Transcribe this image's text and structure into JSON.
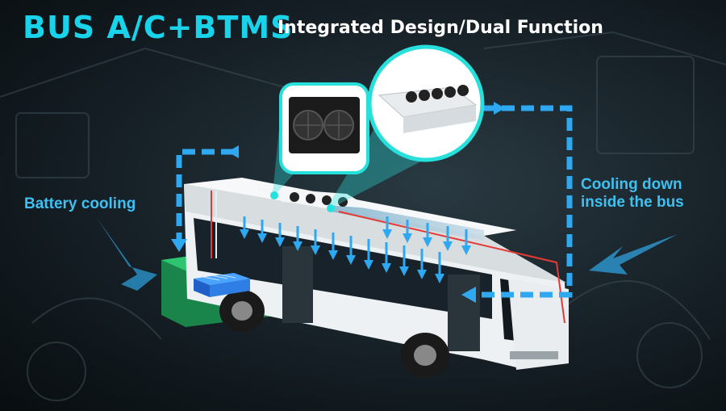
{
  "header": {
    "title": "BUS A/C+BTMS",
    "subtitle": "Integrated Design/Dual Function"
  },
  "labels": {
    "battery_cooling": "Battery cooling",
    "cooling_down_line1": "Cooling down",
    "cooling_down_line2": "inside the bus"
  },
  "colors": {
    "title": "#19d3ea",
    "arrows": "#2ea8f0",
    "battery_zone": "#1fd96a",
    "zoom_callout": "#27e0dc",
    "bus_body": "#f2f4f5"
  },
  "icons": {
    "btms_unit": "battery-thermal-unit-with-two-fans",
    "ac_unit": "roof-air-conditioner-with-five-fans",
    "battery_pack": "battery-pack-icon"
  }
}
